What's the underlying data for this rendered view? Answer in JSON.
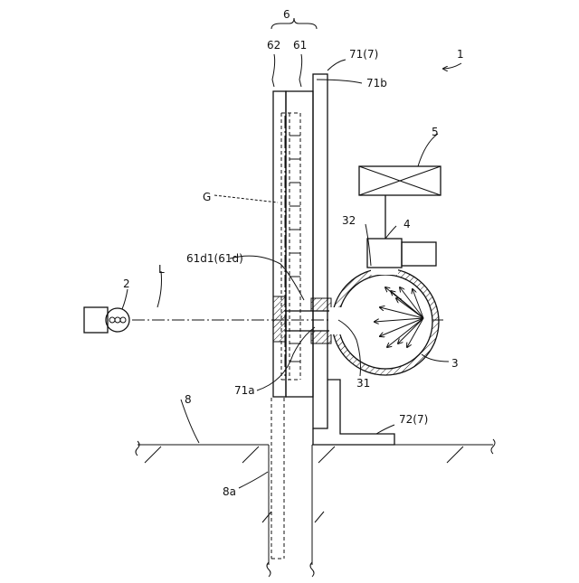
{
  "labels": {
    "device": "1",
    "light_source": "2",
    "sphere": "3",
    "sphere_port_bottom": "31",
    "sphere_port_top": "32",
    "detector": "4",
    "controller": "5",
    "panel": "6",
    "layer_62": "62",
    "layer_61": "61",
    "frame_71": "71(7)",
    "frame_71b": "71b",
    "frame_71a": "71a",
    "bracket_72": "72(7)",
    "glass": "G",
    "aperture": "61d1(61d)",
    "axis": "L",
    "ground": "8",
    "hole": "8a"
  }
}
